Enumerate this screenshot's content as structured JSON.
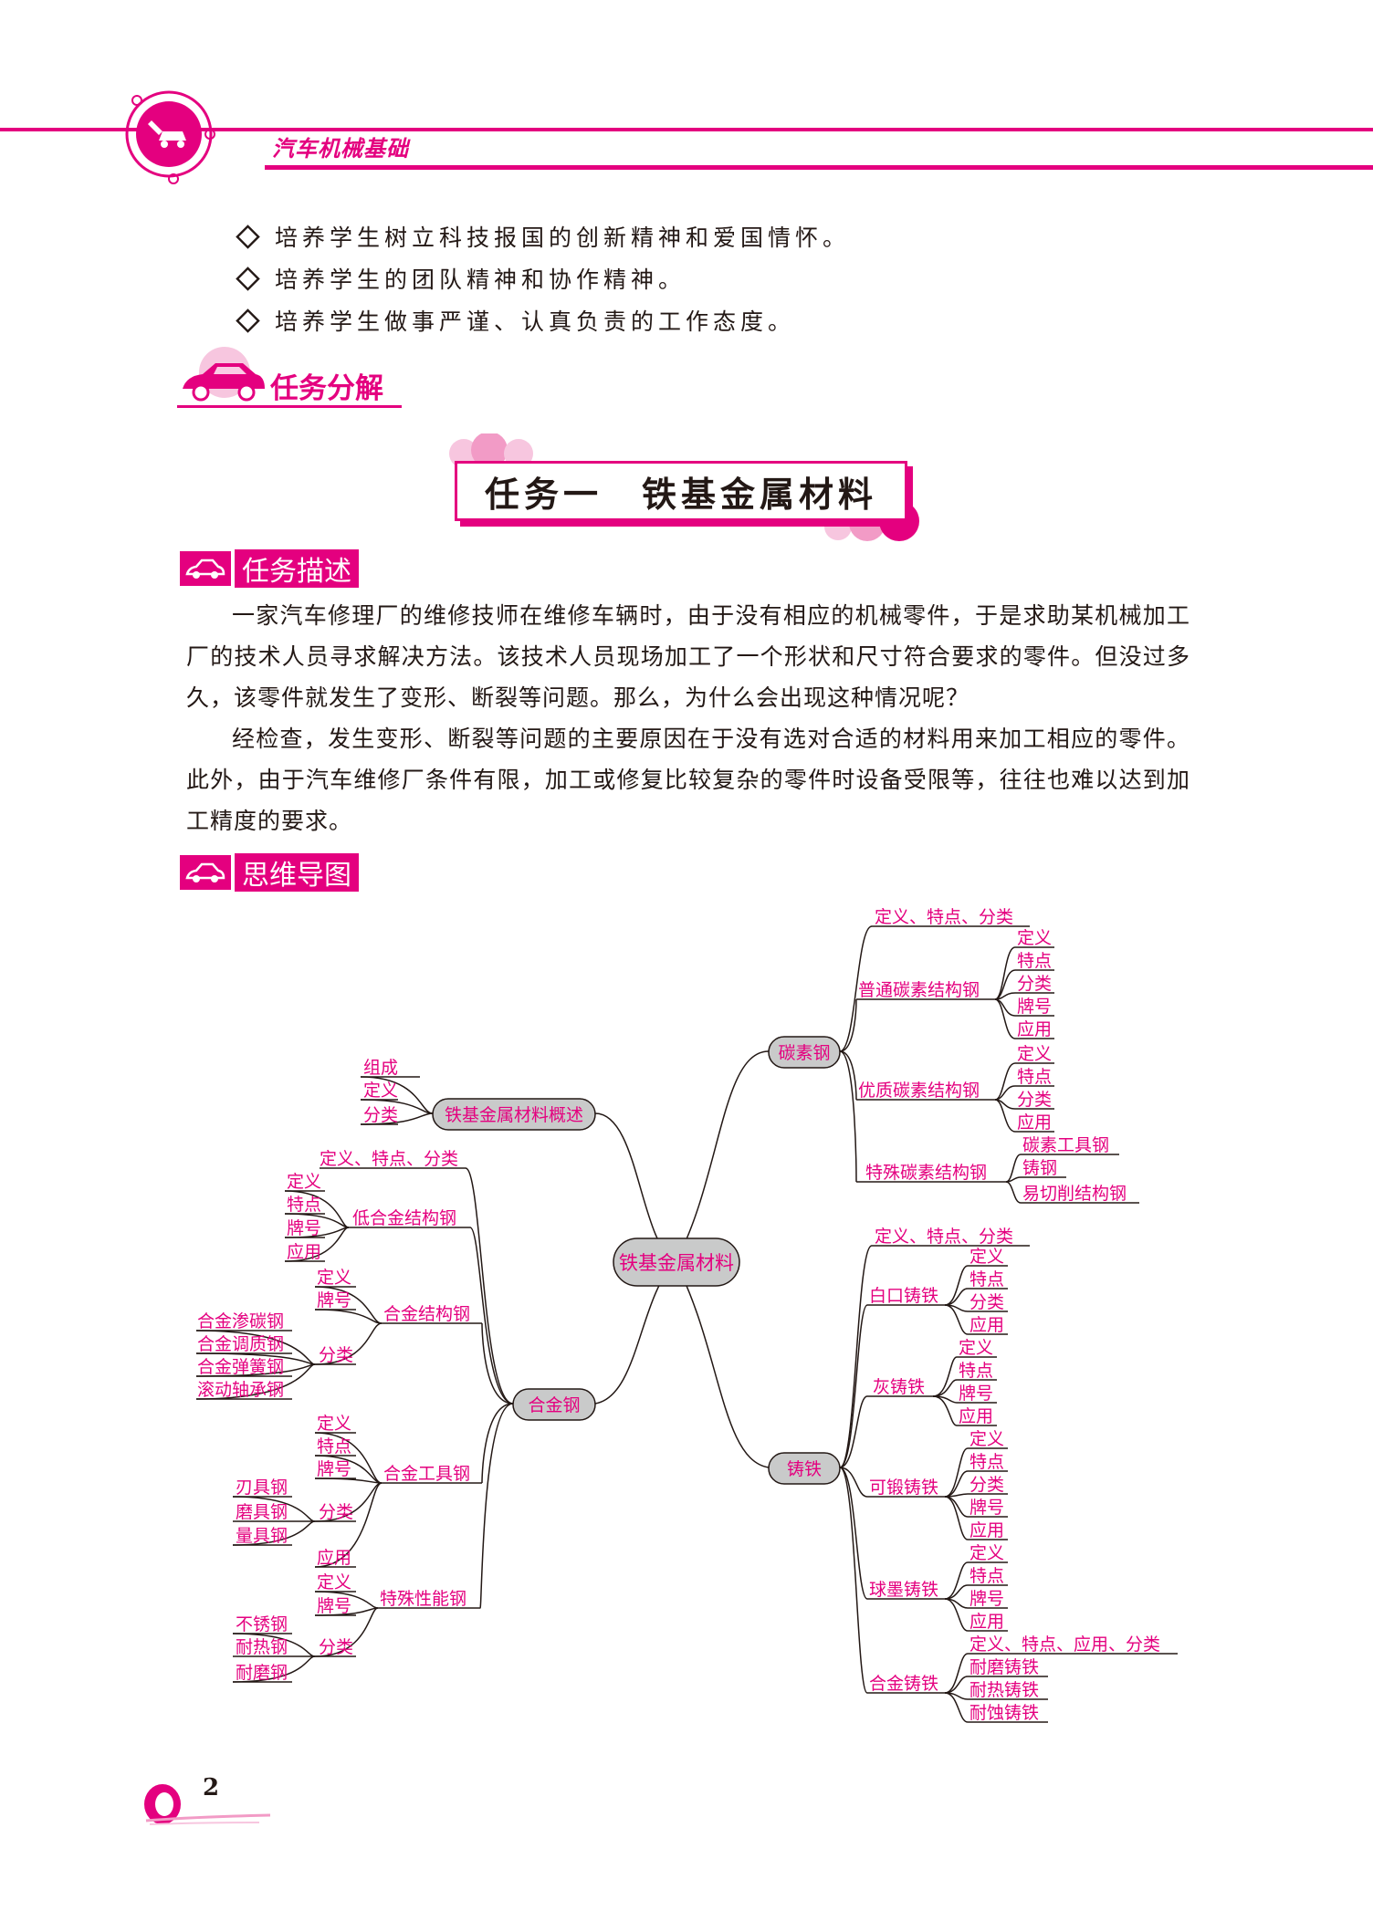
{
  "header": {
    "title": "汽车机械基础"
  },
  "goals": [
    "培养学生树立科技报国的创新精神和爱国情怀。",
    "培养学生的团队精神和协作精神。",
    "培养学生做事严谨、认真负责的工作态度。"
  ],
  "task_decomposition": {
    "label": "任务分解"
  },
  "task": {
    "title": "任务一　铁基金属材料"
  },
  "description": {
    "label": "任务描述",
    "paragraphs": [
      "一家汽车修理厂的维修技师在维修车辆时，由于没有相应的机械零件，于是求助某机械加工厂的技术人员寻求解决方法。该技术人员现场加工了一个形状和尺寸符合要求的零件。但没过多久，该零件就发生了变形、断裂等问题。那么，为什么会出现这种情况呢？",
      "经检查，发生变形、断裂等问题的主要原因在于没有选对合适的材料用来加工相应的零件。此外，由于汽车维修厂条件有限，加工或修复比较复杂的零件时设备受限等，往往也难以达到加工精度的要求。"
    ]
  },
  "mindmap": {
    "label": "思维导图",
    "root": "铁基金属材料",
    "overview": {
      "label": "铁基金属材料概述",
      "children": [
        "组成",
        "定义",
        "分类"
      ]
    },
    "carbon_steel": {
      "label": "碳素钢",
      "intro": "定义、特点、分类",
      "common": {
        "label": "普通碳素结构钢",
        "children": [
          "定义",
          "特点",
          "分类",
          "牌号",
          "应用"
        ]
      },
      "quality": {
        "label": "优质碳素结构钢",
        "children": [
          "定义",
          "特点",
          "分类",
          "应用"
        ]
      },
      "special": {
        "label": "特殊碳素结构钢",
        "children": [
          "碳素工具钢",
          "铸钢",
          "易切削结构钢"
        ]
      }
    },
    "alloy_steel": {
      "label": "合金钢",
      "intro": "定义、特点、分类",
      "low_alloy": {
        "label": "低合金结构钢",
        "children": [
          "定义",
          "特点",
          "牌号",
          "应用"
        ]
      },
      "structural": {
        "label": "合金结构钢",
        "children": [
          "定义",
          "牌号"
        ],
        "class_label": "分类",
        "classes": [
          "合金渗碳钢",
          "合金调质钢",
          "合金弹簧钢",
          "滚动轴承钢"
        ]
      },
      "tool": {
        "label": "合金工具钢",
        "children": [
          "定义",
          "特点",
          "牌号"
        ],
        "class_label": "分类",
        "classes": [
          "刃具钢",
          "磨具钢",
          "量具钢"
        ],
        "tail": "应用"
      },
      "special": {
        "label": "特殊性能钢",
        "children": [
          "定义",
          "牌号"
        ],
        "class_label": "分类",
        "classes": [
          "不锈钢",
          "耐热钢",
          "耐磨钢"
        ]
      }
    },
    "cast_iron": {
      "label": "铸铁",
      "intro": "定义、特点、分类",
      "white": {
        "label": "白口铸铁",
        "children": [
          "定义",
          "特点",
          "分类",
          "应用"
        ]
      },
      "gray": {
        "label": "灰铸铁",
        "children": [
          "定义",
          "特点",
          "牌号",
          "应用"
        ]
      },
      "malleable": {
        "label": "可锻铸铁",
        "children": [
          "定义",
          "特点",
          "分类",
          "牌号",
          "应用"
        ]
      },
      "nodular": {
        "label": "球墨铸铁",
        "children": [
          "定义",
          "特点",
          "牌号",
          "应用"
        ]
      },
      "alloy": {
        "label": "合金铸铁",
        "children": [
          "定义、特点、应用、分类",
          "耐磨铸铁",
          "耐热铸铁",
          "耐蚀铸铁"
        ]
      }
    }
  },
  "page": {
    "number": "2"
  },
  "colors": {
    "accent": "#e4007f",
    "text": "#231815",
    "node_fill": "#c9caca"
  }
}
